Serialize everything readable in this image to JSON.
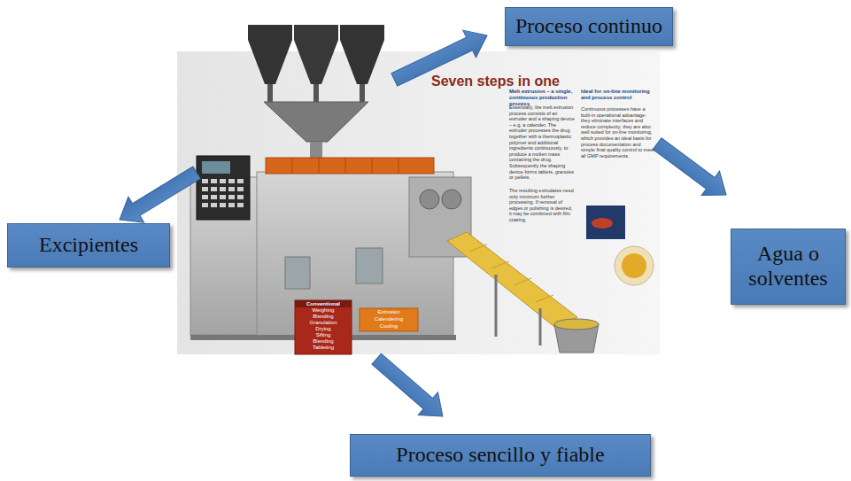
{
  "diagram": {
    "nodes": [
      {
        "text": [
          "Proceso continuo"
        ]
      },
      {
        "text": [
          "Excipientes"
        ]
      },
      {
        "text": [
          "Agua o solventes"
        ]
      },
      {
        "text": [
          "Proceso sencillo y fiable"
        ]
      }
    ],
    "labels": [
      "Seven steps in one",
      "Melt extrusion – a single, continuous production process",
      "Ideal for on-line monitoring and process control",
      "Essentially, the melt extrusion process consists of an extruder and a shaping device – e.g. a calender. The extruder processes the drug together with a thermoplastic polymer and additional ingredients continuously, to produce a molten mass containing the drug. Subsequently the shaping device forms tablets, granules or pellets.",
      "The resulting extrudates need only minimum further processing. If removal of edges or polishing is desired, it may be combined with film coating.",
      "Continuous processes have a built-in operational advantage: they eliminate interfaces and reduce complexity; they are also well suited for on-line monitoring, which provides an ideal basis for process documentation and simple final quality control to meet all GMP requirements.",
      "Conventional",
      "Weighing",
      "Blending",
      "Granulation",
      "Drying",
      "Sifting",
      "Blending",
      "Tableting",
      "Extrusion",
      "Calendering",
      "Cooling"
    ]
  }
}
